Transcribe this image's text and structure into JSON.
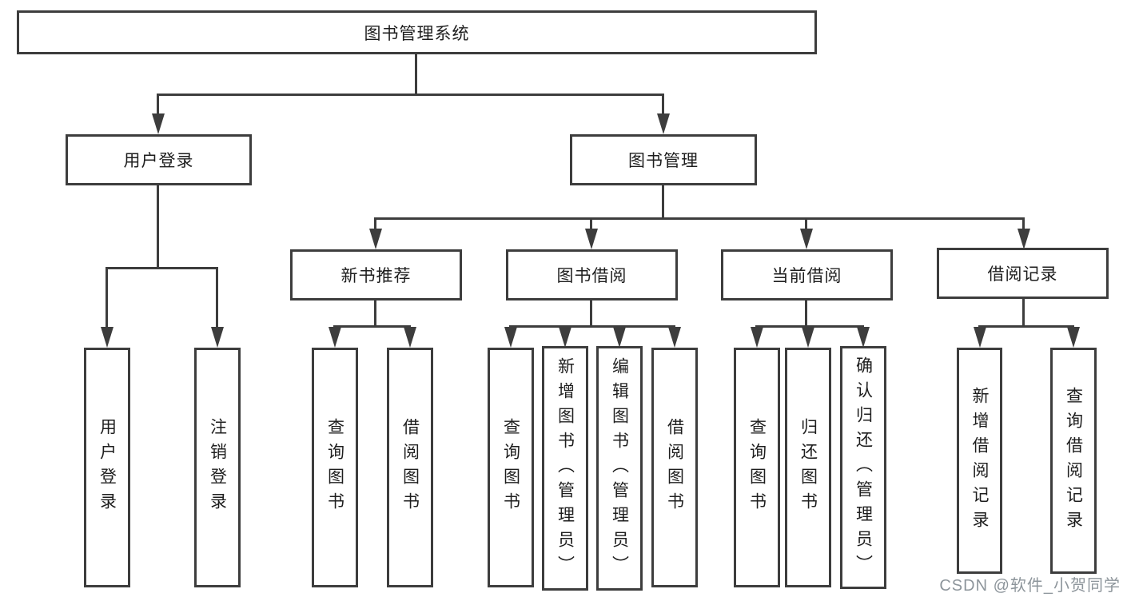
{
  "page": {
    "background": "#ffffff",
    "line_color": "#3d3d3d",
    "text_color": "#1e1e1e",
    "watermark_color": "#878f96"
  },
  "watermark": {
    "text": "CSDN @软件_小贺同学"
  },
  "tree": {
    "root": {
      "label": "图书管理系统",
      "children": [
        {
          "label": "用户登录",
          "children": [
            {
              "label": "用户登录"
            },
            {
              "label": "注销登录"
            }
          ]
        },
        {
          "label": "图书管理",
          "children": [
            {
              "label": "新书推荐",
              "children": [
                {
                  "label": "查询图书"
                },
                {
                  "label": "借阅图书"
                }
              ]
            },
            {
              "label": "图书借阅",
              "children": [
                {
                  "label": "查询图书"
                },
                {
                  "label": "新增图书（管理员）"
                },
                {
                  "label": "编辑图书（管理员）"
                },
                {
                  "label": "借阅图书"
                }
              ]
            },
            {
              "label": "当前借阅",
              "children": [
                {
                  "label": "查询图书"
                },
                {
                  "label": "归还图书"
                },
                {
                  "label": "确认归还（管理员）"
                }
              ]
            },
            {
              "label": "借阅记录",
              "children": [
                {
                  "label": "新增借阅记录"
                },
                {
                  "label": "查询借阅记录"
                }
              ]
            }
          ]
        }
      ]
    }
  }
}
